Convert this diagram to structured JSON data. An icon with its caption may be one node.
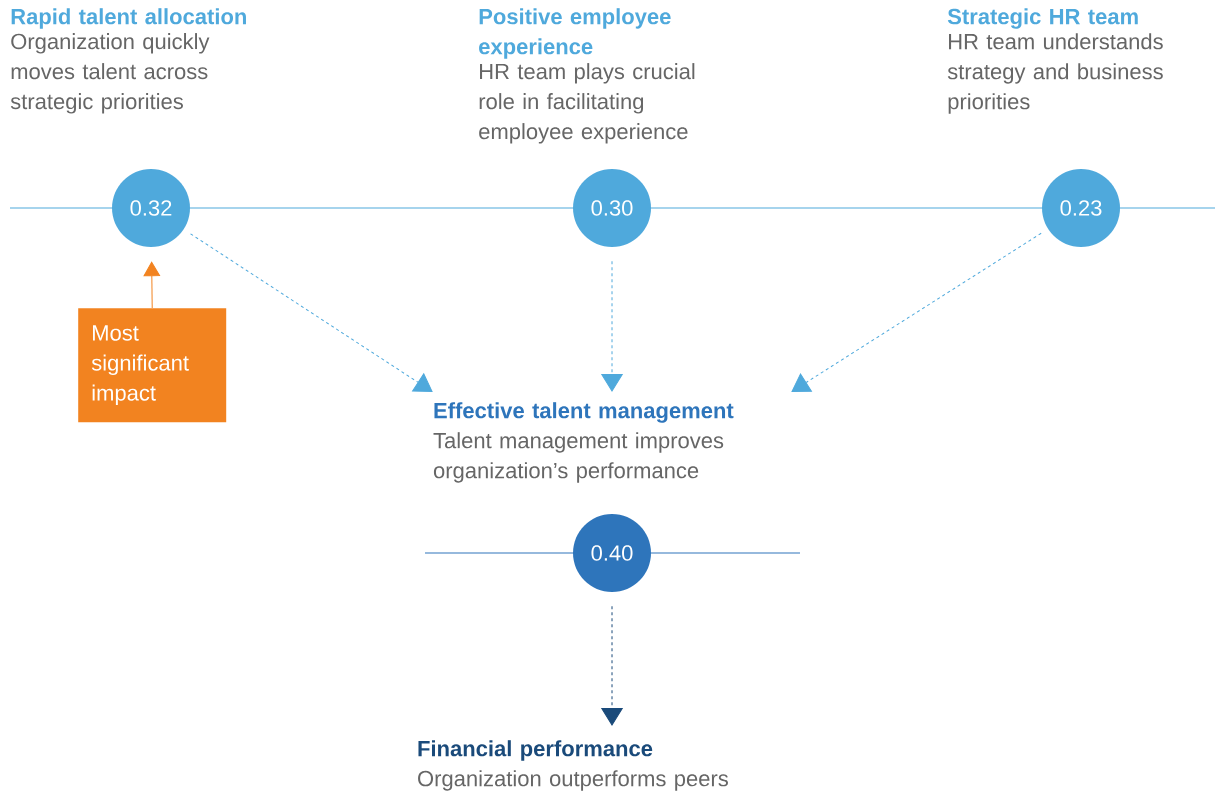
{
  "diagram": {
    "nodes": [
      {
        "text": [
          "0.32"
        ]
      },
      {
        "text": [
          "0.30"
        ]
      },
      {
        "text": [
          "0.23"
        ]
      },
      {
        "text": [
          "Most significant impact"
        ]
      },
      {
        "text": [
          "Effective talent management",
          "Talent management improves organization’s performance"
        ]
      },
      {
        "text": [
          "0.40"
        ]
      },
      {
        "text": [
          "Financial performance",
          "Organization outperforms peers"
        ]
      }
    ],
    "edges": [
      {
        "from": 0,
        "to": 4,
        "arrow": "to",
        "style": "dashed"
      },
      {
        "from": 1,
        "to": 4,
        "arrow": "to",
        "style": "dashed"
      },
      {
        "from": 2,
        "to": 4,
        "arrow": "to",
        "style": "dashed"
      },
      {
        "from": 3,
        "to": 0,
        "arrow": "to",
        "color": "#f28320"
      },
      {
        "from": 5,
        "to": 6,
        "arrow": "to",
        "style": "dashed",
        "color": "#1a4a7a"
      }
    ],
    "labels": [
      "Rapid talent allocation",
      "Organization quickly moves talent across strategic priorities",
      "Positive employee experience",
      "HR team plays crucial role in facilitating employee experience",
      "Strategic HR team",
      "HR team understands strategy and business priorities"
    ]
  }
}
